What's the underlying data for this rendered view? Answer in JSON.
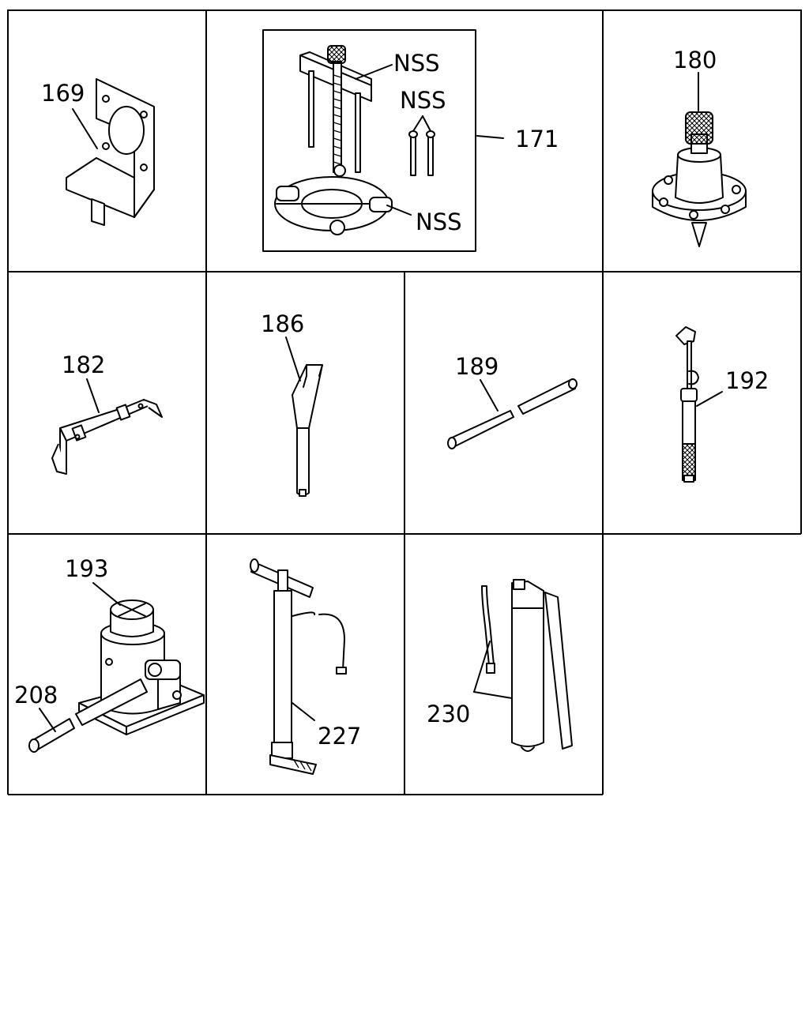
{
  "labels": {
    "p169": "169",
    "p171": "171",
    "nss_a": "NSS",
    "nss_b": "NSS",
    "nss_c": "NSS",
    "p180": "180",
    "p182": "182",
    "p186": "186",
    "p189": "189",
    "p192": "192",
    "p193": "193",
    "p208": "208",
    "p227": "227",
    "p230": "230"
  }
}
